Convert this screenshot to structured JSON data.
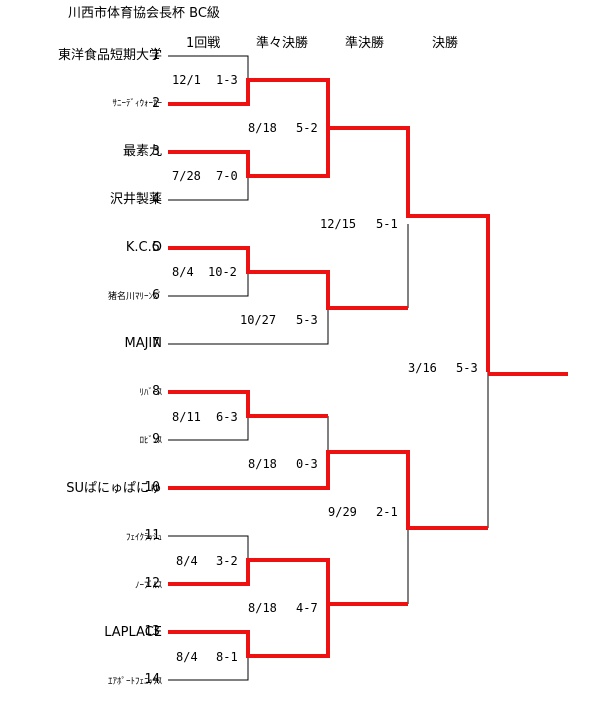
{
  "title": "川西市体育協会長杯 BC級",
  "rounds": [
    "1回戦",
    "準々決勝",
    "準決勝",
    "決勝"
  ],
  "colors": {
    "winner_line": "#ee1111",
    "line": "#000000"
  },
  "teams": [
    {
      "seed": "1",
      "name": "東洋食品短期大学"
    },
    {
      "seed": "2",
      "name": "ｻﾆｰﾃﾞｨｳｫｰｶｰ"
    },
    {
      "seed": "3",
      "name": "最素九"
    },
    {
      "seed": "4",
      "name": "沢井製薬"
    },
    {
      "seed": "5",
      "name": "K.C.O"
    },
    {
      "seed": "6",
      "name": "猪名川ﾏﾘｰﾝｽﾞ"
    },
    {
      "seed": "7",
      "name": "MAJIN"
    },
    {
      "seed": "8",
      "name": "ﾘﾊﾞｰｽ"
    },
    {
      "seed": "9",
      "name": "ﾛﾋﾞﾝｽ"
    },
    {
      "seed": "10",
      "name": "SUぱにゅぱにゅ"
    },
    {
      "seed": "11",
      "name": "ﾌｪｲｸﾗｯｼｭ"
    },
    {
      "seed": "12",
      "name": "ﾉｰﾌﾞﾙｽ"
    },
    {
      "seed": "13",
      "name": "LAPLACE"
    },
    {
      "seed": "14",
      "name": "ｴｱﾎﾟｰﾄﾌｪﾆｯｸｽ"
    }
  ],
  "matches": [
    {
      "id": "r1a",
      "date": "12/1",
      "score": "1-3"
    },
    {
      "id": "r1b",
      "date": "7/28",
      "score": "7-0"
    },
    {
      "id": "r1c",
      "date": "8/4",
      "score": "10-2"
    },
    {
      "id": "r1d",
      "date": "8/11",
      "score": "6-3"
    },
    {
      "id": "r1e",
      "date": "8/4",
      "score": "3-2"
    },
    {
      "id": "r1f",
      "date": "8/4",
      "score": "8-1"
    },
    {
      "id": "qfa",
      "date": "8/18",
      "score": "5-2"
    },
    {
      "id": "qfb",
      "date": "10/27",
      "score": "5-3"
    },
    {
      "id": "qfc",
      "date": "8/18",
      "score": "0-3"
    },
    {
      "id": "qfd",
      "date": "8/18",
      "score": "4-7"
    },
    {
      "id": "sfa",
      "date": "12/15",
      "score": "5-1"
    },
    {
      "id": "sfb",
      "date": "9/29",
      "score": "2-1"
    },
    {
      "id": "fin",
      "date": "3/16",
      "score": "5-3"
    }
  ]
}
